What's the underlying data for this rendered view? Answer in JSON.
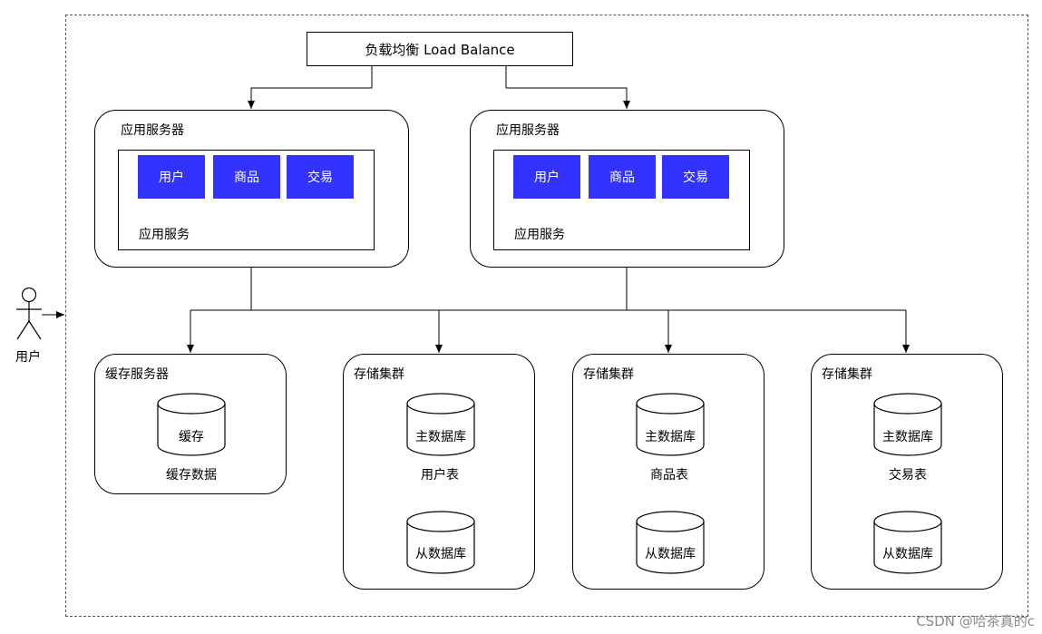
{
  "load_balancer": {
    "label": "负载均衡 Load Balance"
  },
  "app_servers": [
    {
      "title": "应用服务器",
      "modules": [
        "用户",
        "商品",
        "交易"
      ],
      "service_label": "应用服务"
    },
    {
      "title": "应用服务器",
      "modules": [
        "用户",
        "商品",
        "交易"
      ],
      "service_label": "应用服务"
    }
  ],
  "user": {
    "label": "用户"
  },
  "cache_server": {
    "title": "缓存服务器",
    "db_label": "缓存",
    "data_label": "缓存数据"
  },
  "storage_clusters": [
    {
      "title": "存储集群",
      "master": "主数据库",
      "table": "用户表",
      "slave": "从数据库"
    },
    {
      "title": "存储集群",
      "master": "主数据库",
      "table": "商品表",
      "slave": "从数据库"
    },
    {
      "title": "存储集群",
      "master": "主数据库",
      "table": "交易表",
      "slave": "从数据库"
    }
  ],
  "watermark": "CSDN @哈茶真的c",
  "colors": {
    "module_fill": "#3333ff",
    "stroke": "#000000",
    "watermark": "#8a8a8a"
  }
}
